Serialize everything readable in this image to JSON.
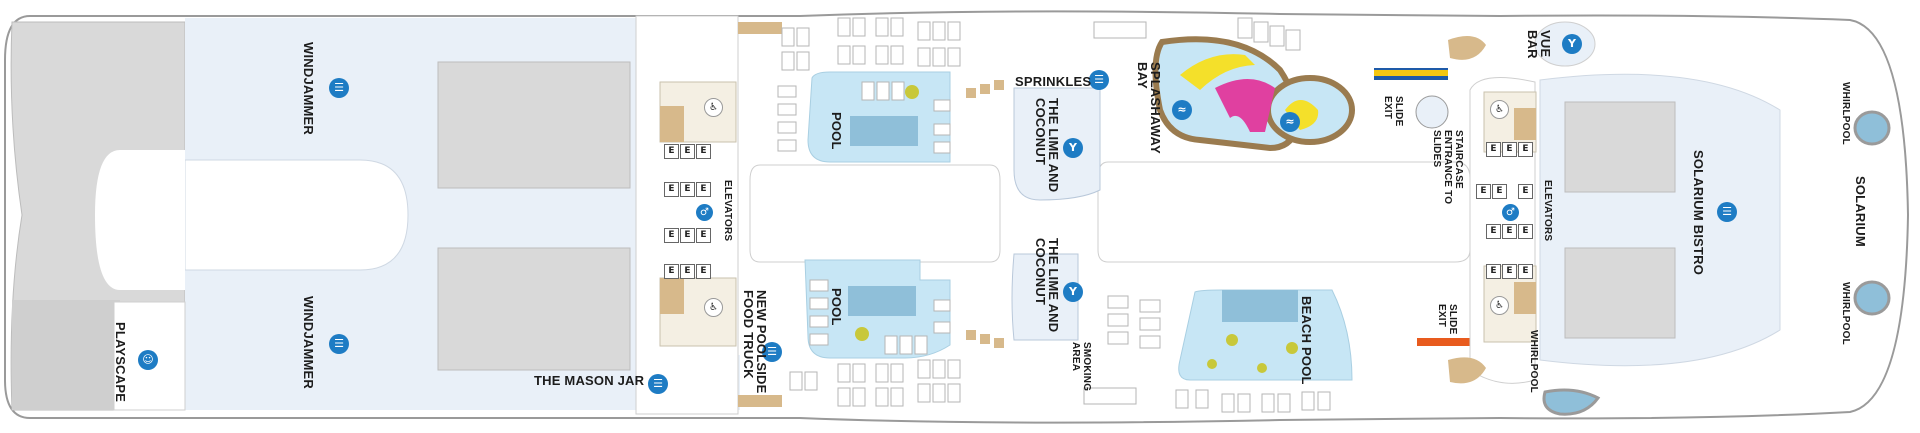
{
  "deck": {
    "areas": {
      "windjammer_top": "WINDJAMMER",
      "windjammer_bottom": "WINDJAMMER",
      "playscape": "PLAYSCAPE",
      "mason_jar": "THE MASON JAR",
      "food_truck": "NEW POOLSIDE FOOD TRUCK",
      "pool_top": "POOL",
      "pool_bottom": "POOL",
      "sprinkles": "SPRINKLES",
      "lime_top": "THE LIME AND COCONUT",
      "lime_bottom": "THE LIME AND COCONUT",
      "splashaway": "SPLASHAWAY BAY",
      "smoking": "SMOKING AREA",
      "beach_pool": "BEACH POOL",
      "slide_exit_top": "SLIDE EXIT",
      "slide_exit_bottom": "SLIDE EXIT",
      "staircase": "STAIRCASE ENTRANCE TO SLIDES",
      "elevators_fwd": "ELEVATORS",
      "elevators_aft": "ELEVATORS",
      "vue_bar": "VUE BAR",
      "solarium_bistro": "SOLARIUM BISTRO",
      "solarium": "SOLARIUM",
      "whirlpool_top": "WHIRLPOOL",
      "whirlpool_bottom": "WHIRLPOOL",
      "whirlpool_mid": "WHIRLPOOL"
    },
    "elevator_glyph": "E",
    "icons": {
      "dining": "dining-icon",
      "bar": "cocktail-icon",
      "kids": "kids-club-icon",
      "accessible": "wheelchair-icon",
      "restroom": "restroom-icon",
      "splash": "splash-pool-icon"
    },
    "colors": {
      "deck": "#ffffff",
      "venue": "#e9f0f8",
      "pool_water": "#c7e6f5",
      "pool_deep": "#8fbfd9",
      "structure": "#d9d9d9",
      "icon_blue": "#1e7cc4",
      "slide_brown": "#9a7b4f",
      "slide_pink": "#e040a0",
      "slide_yellow": "#f4e02a",
      "wood": "#d7b98b",
      "flame": "#e85b1e"
    }
  }
}
